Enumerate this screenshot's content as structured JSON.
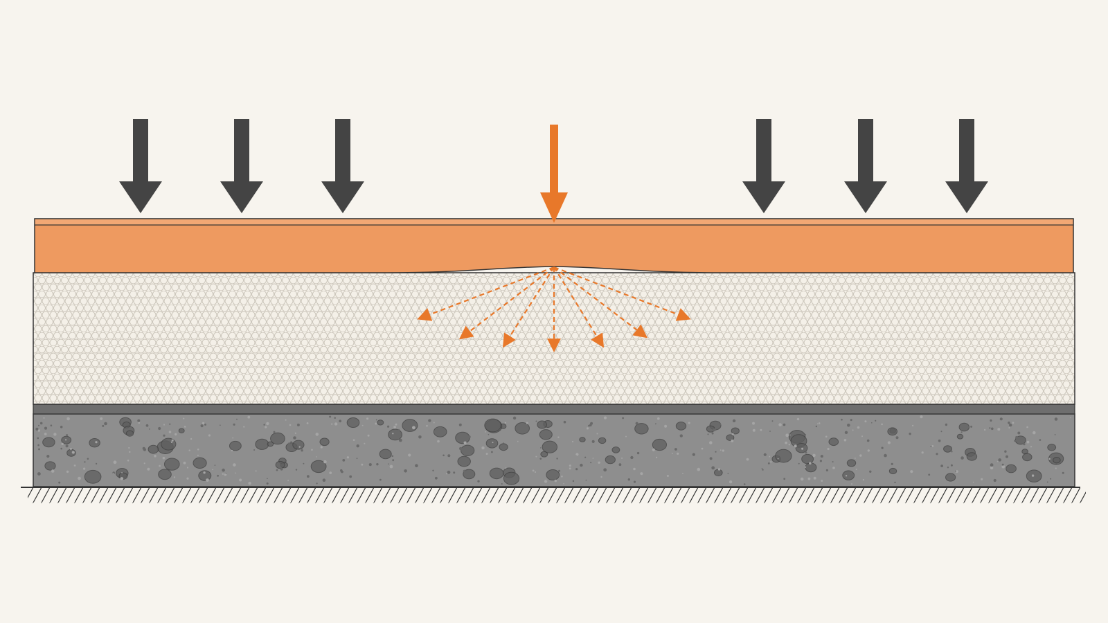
{
  "diagram": {
    "kind": "layered floor cross-section under load",
    "colors": {
      "background": "#f7f4ee",
      "distributed_load_arrow": "#444444",
      "point_load_arrow": "#e8782a",
      "screed_layer": "#ee9a60",
      "screed_top_strip": "#f2a874",
      "insulation_layer": "#f4f0e8",
      "insulation_bead_stroke": "#c9c3b8",
      "separation_layer": "#6e6e6e",
      "concrete_base": "#8e8e8e",
      "concrete_aggregate": "#5f5f5f",
      "ground_line": "#333333",
      "spread_arrow": "#e8782a"
    },
    "loads": {
      "distributed_count": 6,
      "point_count": 1,
      "spread_direction_count": 7
    },
    "layers": [
      "screed",
      "insulation",
      "separation-membrane",
      "concrete-slab",
      "ground"
    ]
  }
}
